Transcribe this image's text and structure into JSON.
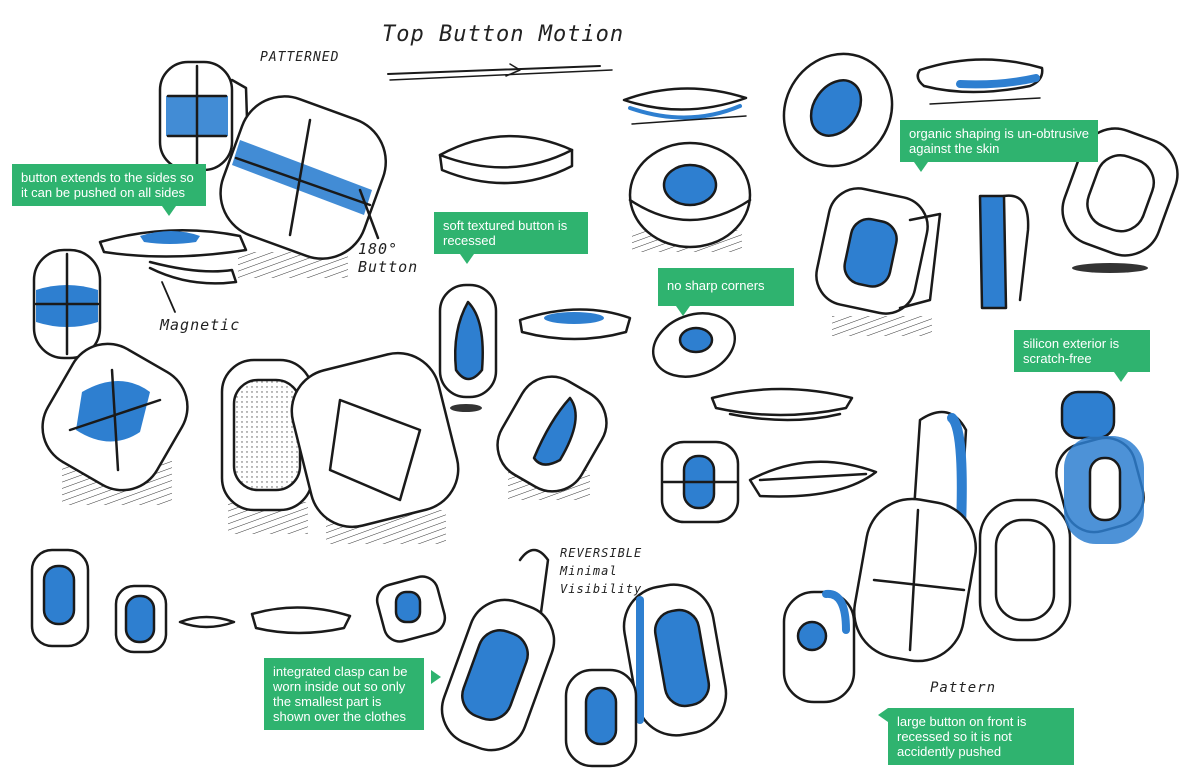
{
  "heading": "Top Button Motion",
  "handwritten": {
    "patterned_top": "PATTERNED",
    "button_180": "180°\nButton",
    "magnetic": "Magnetic",
    "reversible": "REVERSIBLE\nMinimal\nVisibility",
    "pattern_bottom": "Pattern"
  },
  "callouts": {
    "sides": "button extends to the sides so it can be pushed on all sides",
    "textured": "soft textured button is recessed",
    "corners": "no sharp corners",
    "organic": "organic shaping is un-obtrusive against the skin",
    "silicon": "silicon exterior is scratch-free",
    "clasp": "integrated clasp can be worn inside out so only the smallest part is shown over the clothes",
    "large": "large button on front is recessed so it is not accidently pushed"
  },
  "colors": {
    "accent_blue": "#2e7fd0",
    "callout_green": "#2fb36f",
    "ink": "#1a1a1a"
  }
}
